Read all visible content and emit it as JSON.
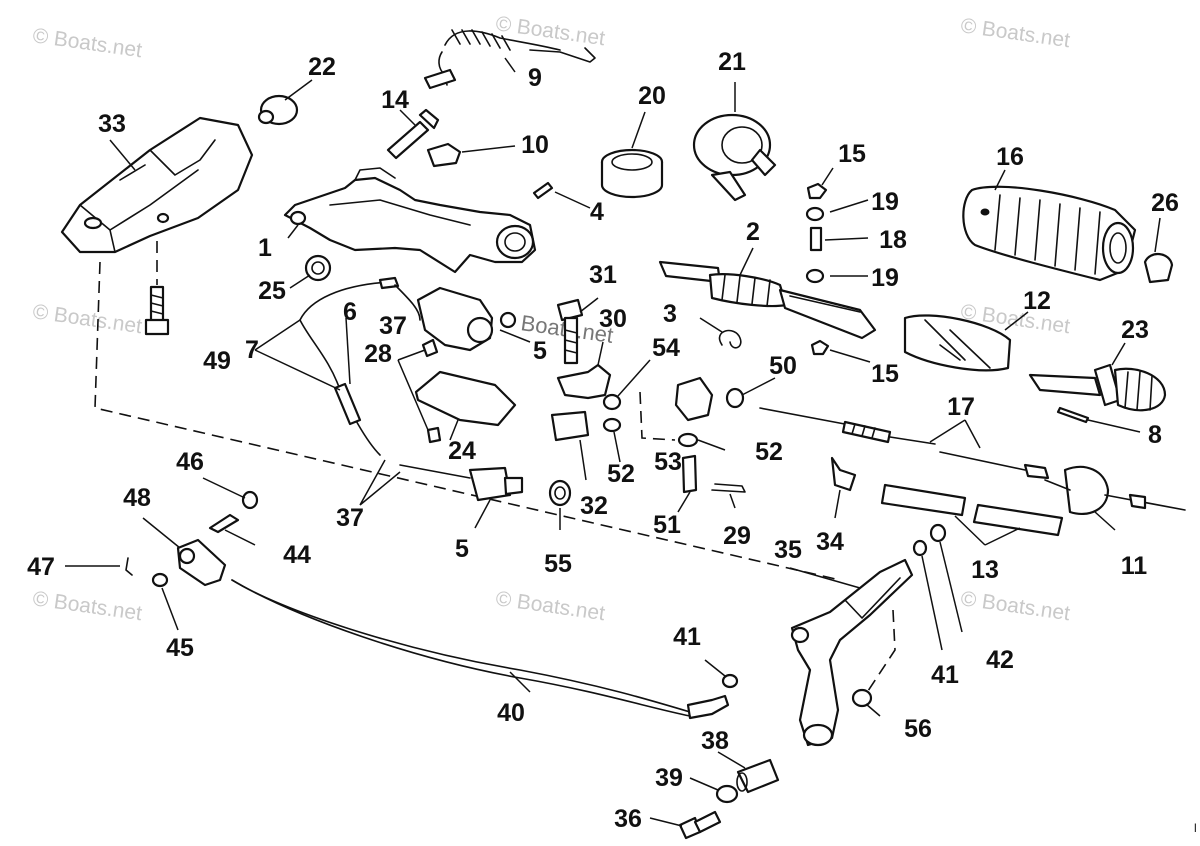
{
  "watermarks": [
    "© Boats.net",
    "© Boats.net",
    "© Boats.net",
    "© Boats.net",
    "© Boats.net",
    "© Boats.net",
    "© Boats.net",
    "© Boats.net"
  ],
  "center_watermark": "Boats.net",
  "corner_mark": "l",
  "part_labels": {
    "p1": "1",
    "p2": "2",
    "p3": "3",
    "p4": "4",
    "p5a": "5",
    "p5b": "5",
    "p6": "6",
    "p7": "7",
    "p8": "8",
    "p9": "9",
    "p10": "10",
    "p11": "11",
    "p12": "12",
    "p13": "13",
    "p14": "14",
    "p15a": "15",
    "p15b": "15",
    "p16": "16",
    "p17": "17",
    "p18": "18",
    "p19a": "19",
    "p19b": "19",
    "p20": "20",
    "p21": "21",
    "p22": "22",
    "p23": "23",
    "p24": "24",
    "p25": "25",
    "p26": "26",
    "p28": "28",
    "p29": "29",
    "p30": "30",
    "p31": "31",
    "p32": "32",
    "p33": "33",
    "p34": "34",
    "p35": "35",
    "p36": "36",
    "p37a": "37",
    "p37b": "37",
    "p38": "38",
    "p39": "39",
    "p40": "40",
    "p41a": "41",
    "p41b": "41",
    "p42": "42",
    "p44": "44",
    "p45": "45",
    "p46": "46",
    "p47": "47",
    "p48": "48",
    "p49": "49",
    "p50": "50",
    "p51": "51",
    "p52a": "52",
    "p52b": "52",
    "p53": "53",
    "p54": "54",
    "p55": "55",
    "p56": "56"
  }
}
